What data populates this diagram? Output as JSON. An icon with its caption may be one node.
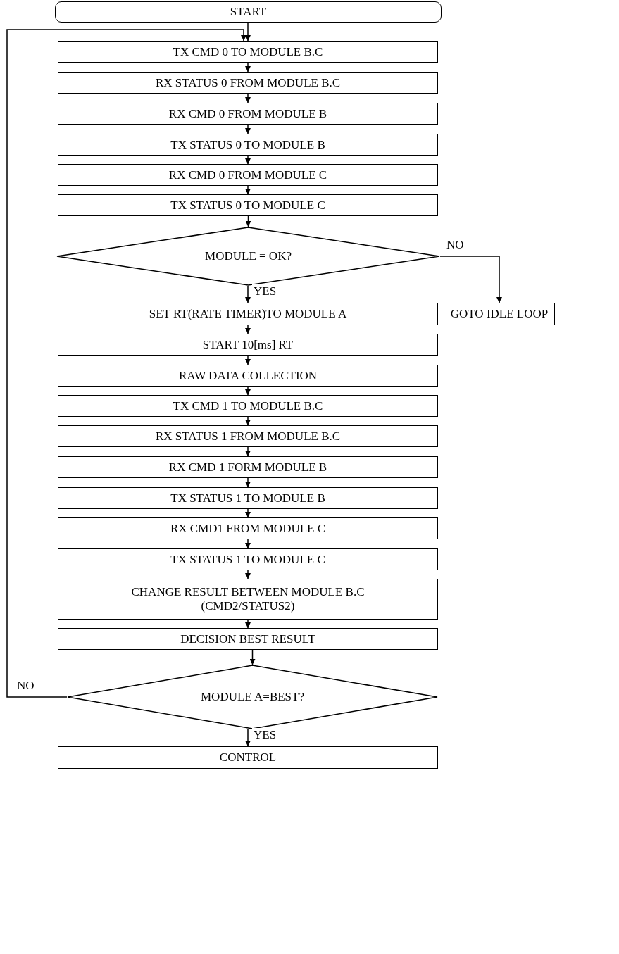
{
  "diagram": {
    "nodes": [
      {
        "text": [
          "START"
        ]
      },
      {
        "text": [
          "TX CMD 0 TO MODULE B.C"
        ]
      },
      {
        "text": [
          "RX STATUS 0 FROM MODULE B.C"
        ]
      },
      {
        "text": [
          "RX CMD 0 FROM MODULE B"
        ]
      },
      {
        "text": [
          "TX STATUS 0 TO MODULE B"
        ]
      },
      {
        "text": [
          "RX CMD 0 FROM MODULE C"
        ]
      },
      {
        "text": [
          "TX STATUS 0 TO MODULE C"
        ]
      },
      {
        "text": [
          "MODULE = OK?"
        ]
      },
      {
        "text": [
          "SET RT(RATE TIMER)TO MODULE A"
        ]
      },
      {
        "text": [
          "GOTO IDLE LOOP"
        ]
      },
      {
        "text": [
          "START 10[ms] RT"
        ]
      },
      {
        "text": [
          "RAW DATA COLLECTION"
        ]
      },
      {
        "text": [
          "TX CMD 1 TO MODULE B.C"
        ]
      },
      {
        "text": [
          "RX STATUS 1 FROM MODULE B.C"
        ]
      },
      {
        "text": [
          "RX CMD 1 FORM MODULE B"
        ]
      },
      {
        "text": [
          "TX STATUS 1 TO MODULE B"
        ]
      },
      {
        "text": [
          "RX CMD1 FROM MODULE C"
        ]
      },
      {
        "text": [
          "TX STATUS 1 TO MODULE C"
        ]
      },
      {
        "text": [
          "CHANGE RESULT BETWEEN MODULE B.C",
          "(CMD2/STATUS2)"
        ]
      },
      {
        "text": [
          "DECISION BEST RESULT"
        ]
      },
      {
        "text": [
          "MODULE A=BEST?"
        ]
      },
      {
        "text": [
          "CONTROL"
        ]
      }
    ],
    "edges": [
      {
        "from": 0,
        "to": 1,
        "arrow": "to"
      },
      {
        "from": 1,
        "to": 2,
        "arrow": "to"
      },
      {
        "from": 2,
        "to": 3,
        "arrow": "to"
      },
      {
        "from": 3,
        "to": 4,
        "arrow": "to"
      },
      {
        "from": 4,
        "to": 5,
        "arrow": "to"
      },
      {
        "from": 5,
        "to": 6,
        "arrow": "to"
      },
      {
        "from": 6,
        "to": 7,
        "arrow": "to"
      },
      {
        "from": 7,
        "to": 8,
        "arrow": "to",
        "label": "YES"
      },
      {
        "from": 7,
        "to": 9,
        "arrow": "to",
        "label": "NO"
      },
      {
        "from": 8,
        "to": 10,
        "arrow": "to"
      },
      {
        "from": 10,
        "to": 11,
        "arrow": "to"
      },
      {
        "from": 11,
        "to": 12,
        "arrow": "to"
      },
      {
        "from": 12,
        "to": 13,
        "arrow": "to"
      },
      {
        "from": 13,
        "to": 14,
        "arrow": "to"
      },
      {
        "from": 14,
        "to": 15,
        "arrow": "to"
      },
      {
        "from": 15,
        "to": 16,
        "arrow": "to"
      },
      {
        "from": 16,
        "to": 17,
        "arrow": "to"
      },
      {
        "from": 17,
        "to": 18,
        "arrow": "to"
      },
      {
        "from": 18,
        "to": 19,
        "arrow": "to"
      },
      {
        "from": 19,
        "to": 20,
        "arrow": "to"
      },
      {
        "from": 20,
        "to": 1,
        "arrow": "to",
        "label": "NO"
      },
      {
        "from": 20,
        "to": 21,
        "arrow": "to",
        "label": "YES"
      }
    ]
  }
}
